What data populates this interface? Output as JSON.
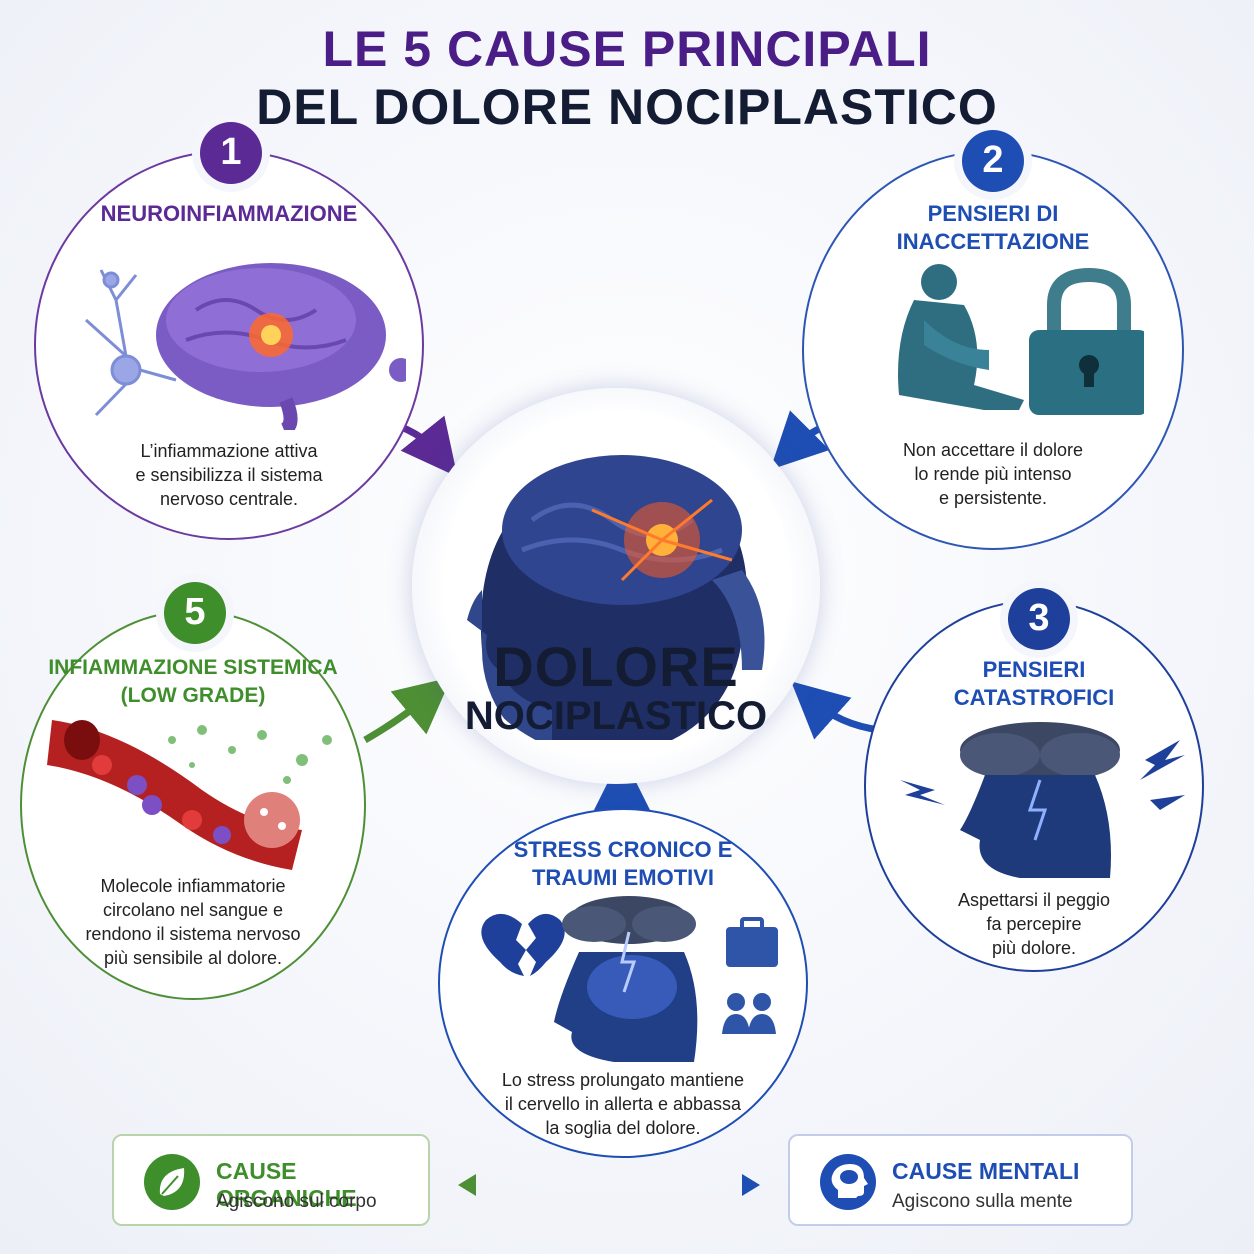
{
  "title": {
    "line1": "LE 5 CAUSE PRINCIPALI",
    "line2": "DEL DOLORE NOCIPLASTICO"
  },
  "center": {
    "line1": "DOLORE",
    "line2": "NOCIPLASTICO"
  },
  "causes": [
    {
      "number": "1",
      "title": [
        "NEUROINFIAMMAZIONE"
      ],
      "description": [
        "L’infiammazione attiva",
        "e sensibilizza il sistema",
        "nervoso centrale."
      ],
      "color": "#5b2a94",
      "icons": [
        "brain-icon",
        "neuron-icon"
      ]
    },
    {
      "number": "2",
      "title": [
        "PENSIERI DI",
        "INACCETTAZIONE"
      ],
      "description": [
        "Non accettare il dolore",
        "lo rende più intenso",
        "e persistente."
      ],
      "color": "#1e4eb4",
      "icons": [
        "sitting-person-icon",
        "padlock-icon"
      ]
    },
    {
      "number": "3",
      "title": [
        "PENSIERI",
        "CATASTROFICI"
      ],
      "description": [
        "Aspettarsi il peggio",
        "fa percepire",
        "più dolore."
      ],
      "color": "#1e3f9a",
      "icons": [
        "storm-head-icon",
        "lightning-icon"
      ]
    },
    {
      "number": "",
      "title": [
        "STRESS CRONICO E",
        "TRAUMI EMOTIVI"
      ],
      "description": [
        "Lo stress prolungato mantiene",
        "il cervello in allerta e abbassa",
        "la soglia del dolore."
      ],
      "color": "#1e4eb4",
      "icons": [
        "broken-heart-icon",
        "briefcase-icon",
        "people-icon",
        "storm-brain-icon"
      ]
    },
    {
      "number": "5",
      "title": [
        "INFIAMMAZIONE SISTEMICA",
        "(LOW GRADE)"
      ],
      "description": [
        "Molecole infiammatorie",
        "circolano nel sangue e",
        "rendono il sistema nervoso",
        "più sensibile al dolore."
      ],
      "color": "#3f8e2c",
      "icons": [
        "blood-vessel-icon",
        "virus-icon"
      ]
    }
  ],
  "legend": {
    "organic": {
      "title": "CAUSE ORGANICHE",
      "subtitle": "Agiscono sul corpo",
      "icon": "leaf-icon"
    },
    "mental": {
      "title": "CAUSE MENTALI",
      "subtitle": "Agiscono sulla mente",
      "icon": "head-brain-icon"
    }
  }
}
